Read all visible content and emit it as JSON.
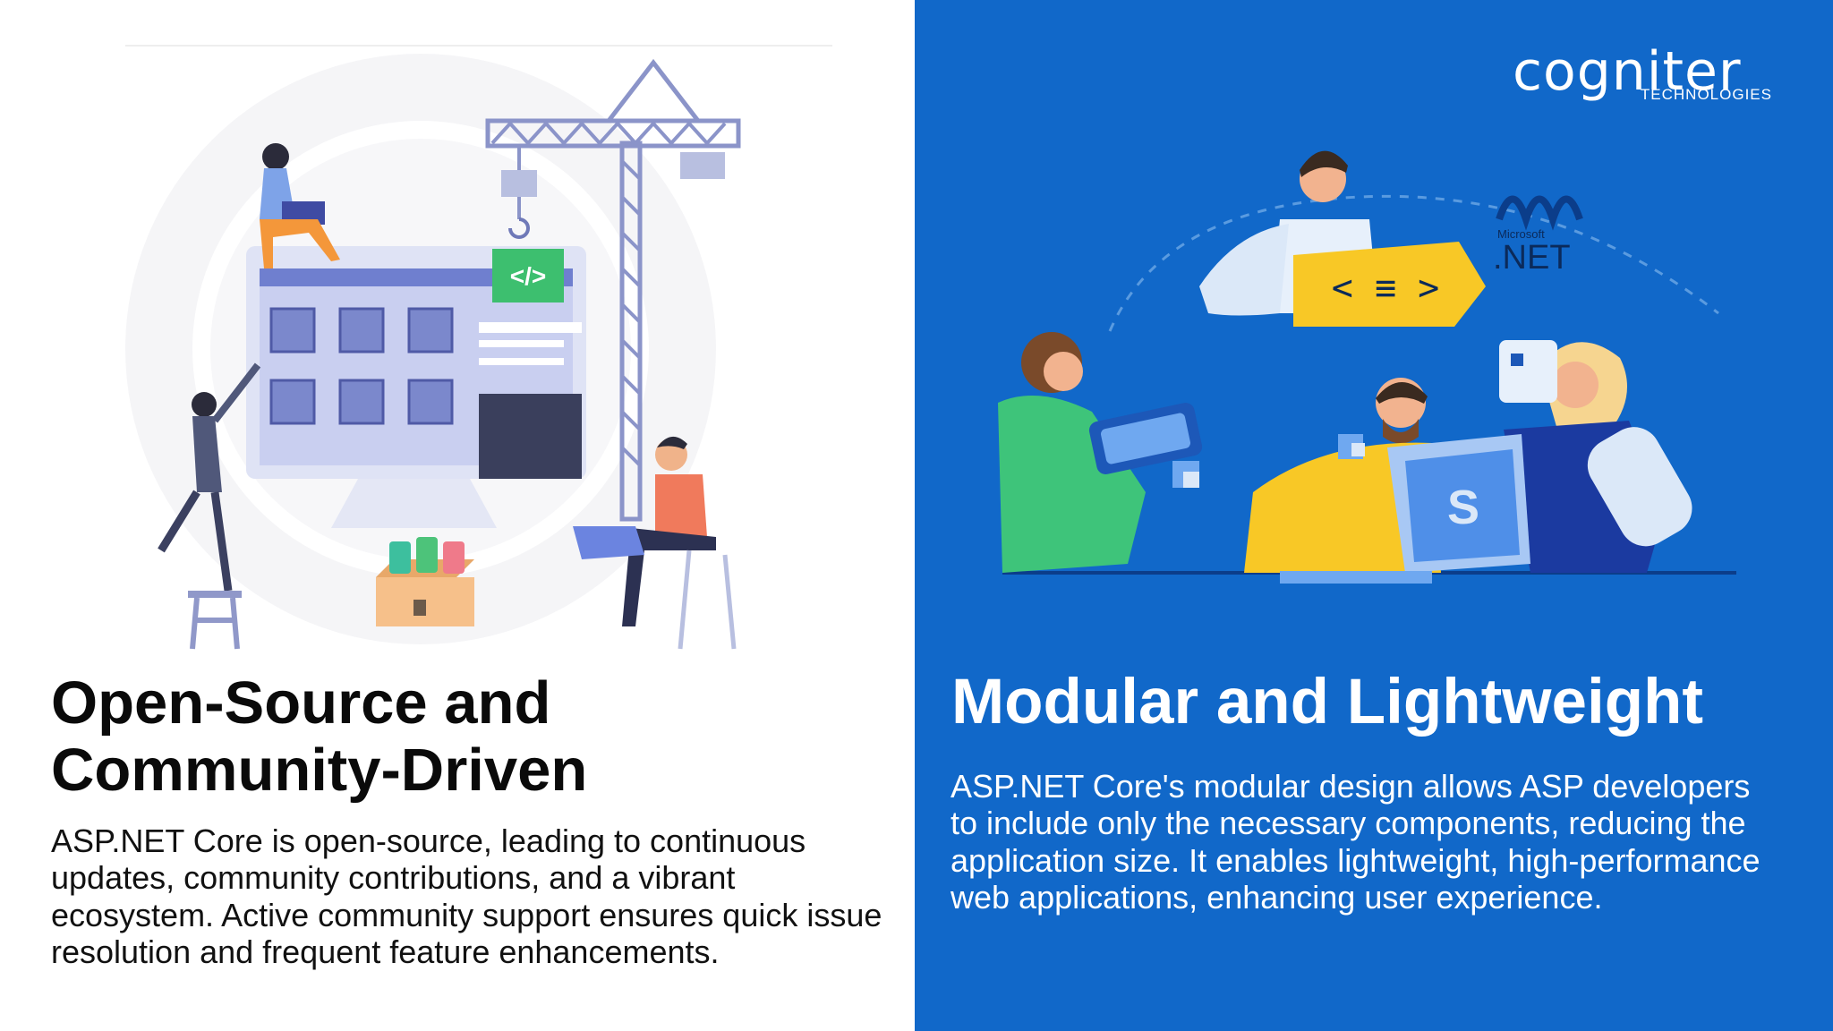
{
  "left": {
    "heading_line1": "Open-Source and",
    "heading_line2": "Community-Driven",
    "body": "ASP.NET Core is open-source, leading to continuous updates, community contributions, and a vibrant ecosystem. Active community support ensures quick issue resolution and frequent feature enhancements.",
    "illustration": {
      "code_badge": "</>",
      "icon": "construction-crane-illustration"
    }
  },
  "right": {
    "logo": {
      "word": "cogniter",
      "sub": "TECHNOLOGIES"
    },
    "heading": "Modular and Lightweight",
    "body": "ASP.NET Core's modular design allows ASP developers to include only the necessary components, reducing the application size. It enables lightweight, high-performance web applications, enhancing user experience.",
    "illustration": {
      "dotnet_small": "Microsoft",
      "dotnet_big": ".NET",
      "icon": "team-collaboration-illustration"
    }
  },
  "colors": {
    "right_bg": "#1168c9",
    "left_bg": "#ffffff",
    "accent_orange": "#f6a53a",
    "accent_yellow": "#f8c826",
    "accent_green": "#39c07a"
  }
}
